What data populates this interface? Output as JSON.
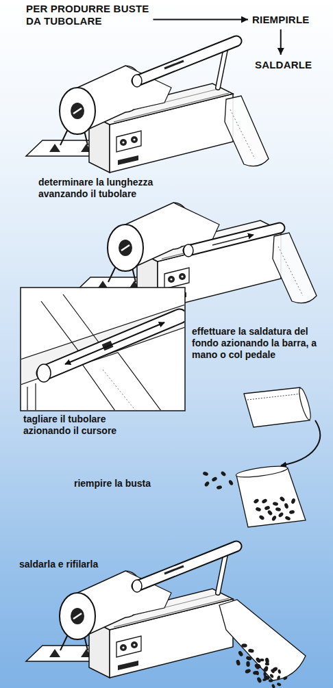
{
  "diagram": {
    "nodes": [
      {
        "text": [
          "PER PRODURRE BUSTE DA TUBOLARE"
        ]
      },
      {
        "text": [
          "RIEMPIRLE"
        ]
      },
      {
        "text": [
          "SALDARLE"
        ]
      }
    ],
    "edges": [
      {
        "from": 0,
        "to": 1,
        "arrow": "to"
      },
      {
        "from": 1,
        "to": 2,
        "arrow": "to"
      }
    ],
    "labels": [
      "determinare la lunghezza avanzando il tubolare",
      "effettuare la saldatura del fondo azionando la barra, a mano o col pedale",
      "tagliare il tubolare azionando il cursore",
      "riempire la busta",
      "saldarla e rifilarla"
    ]
  }
}
